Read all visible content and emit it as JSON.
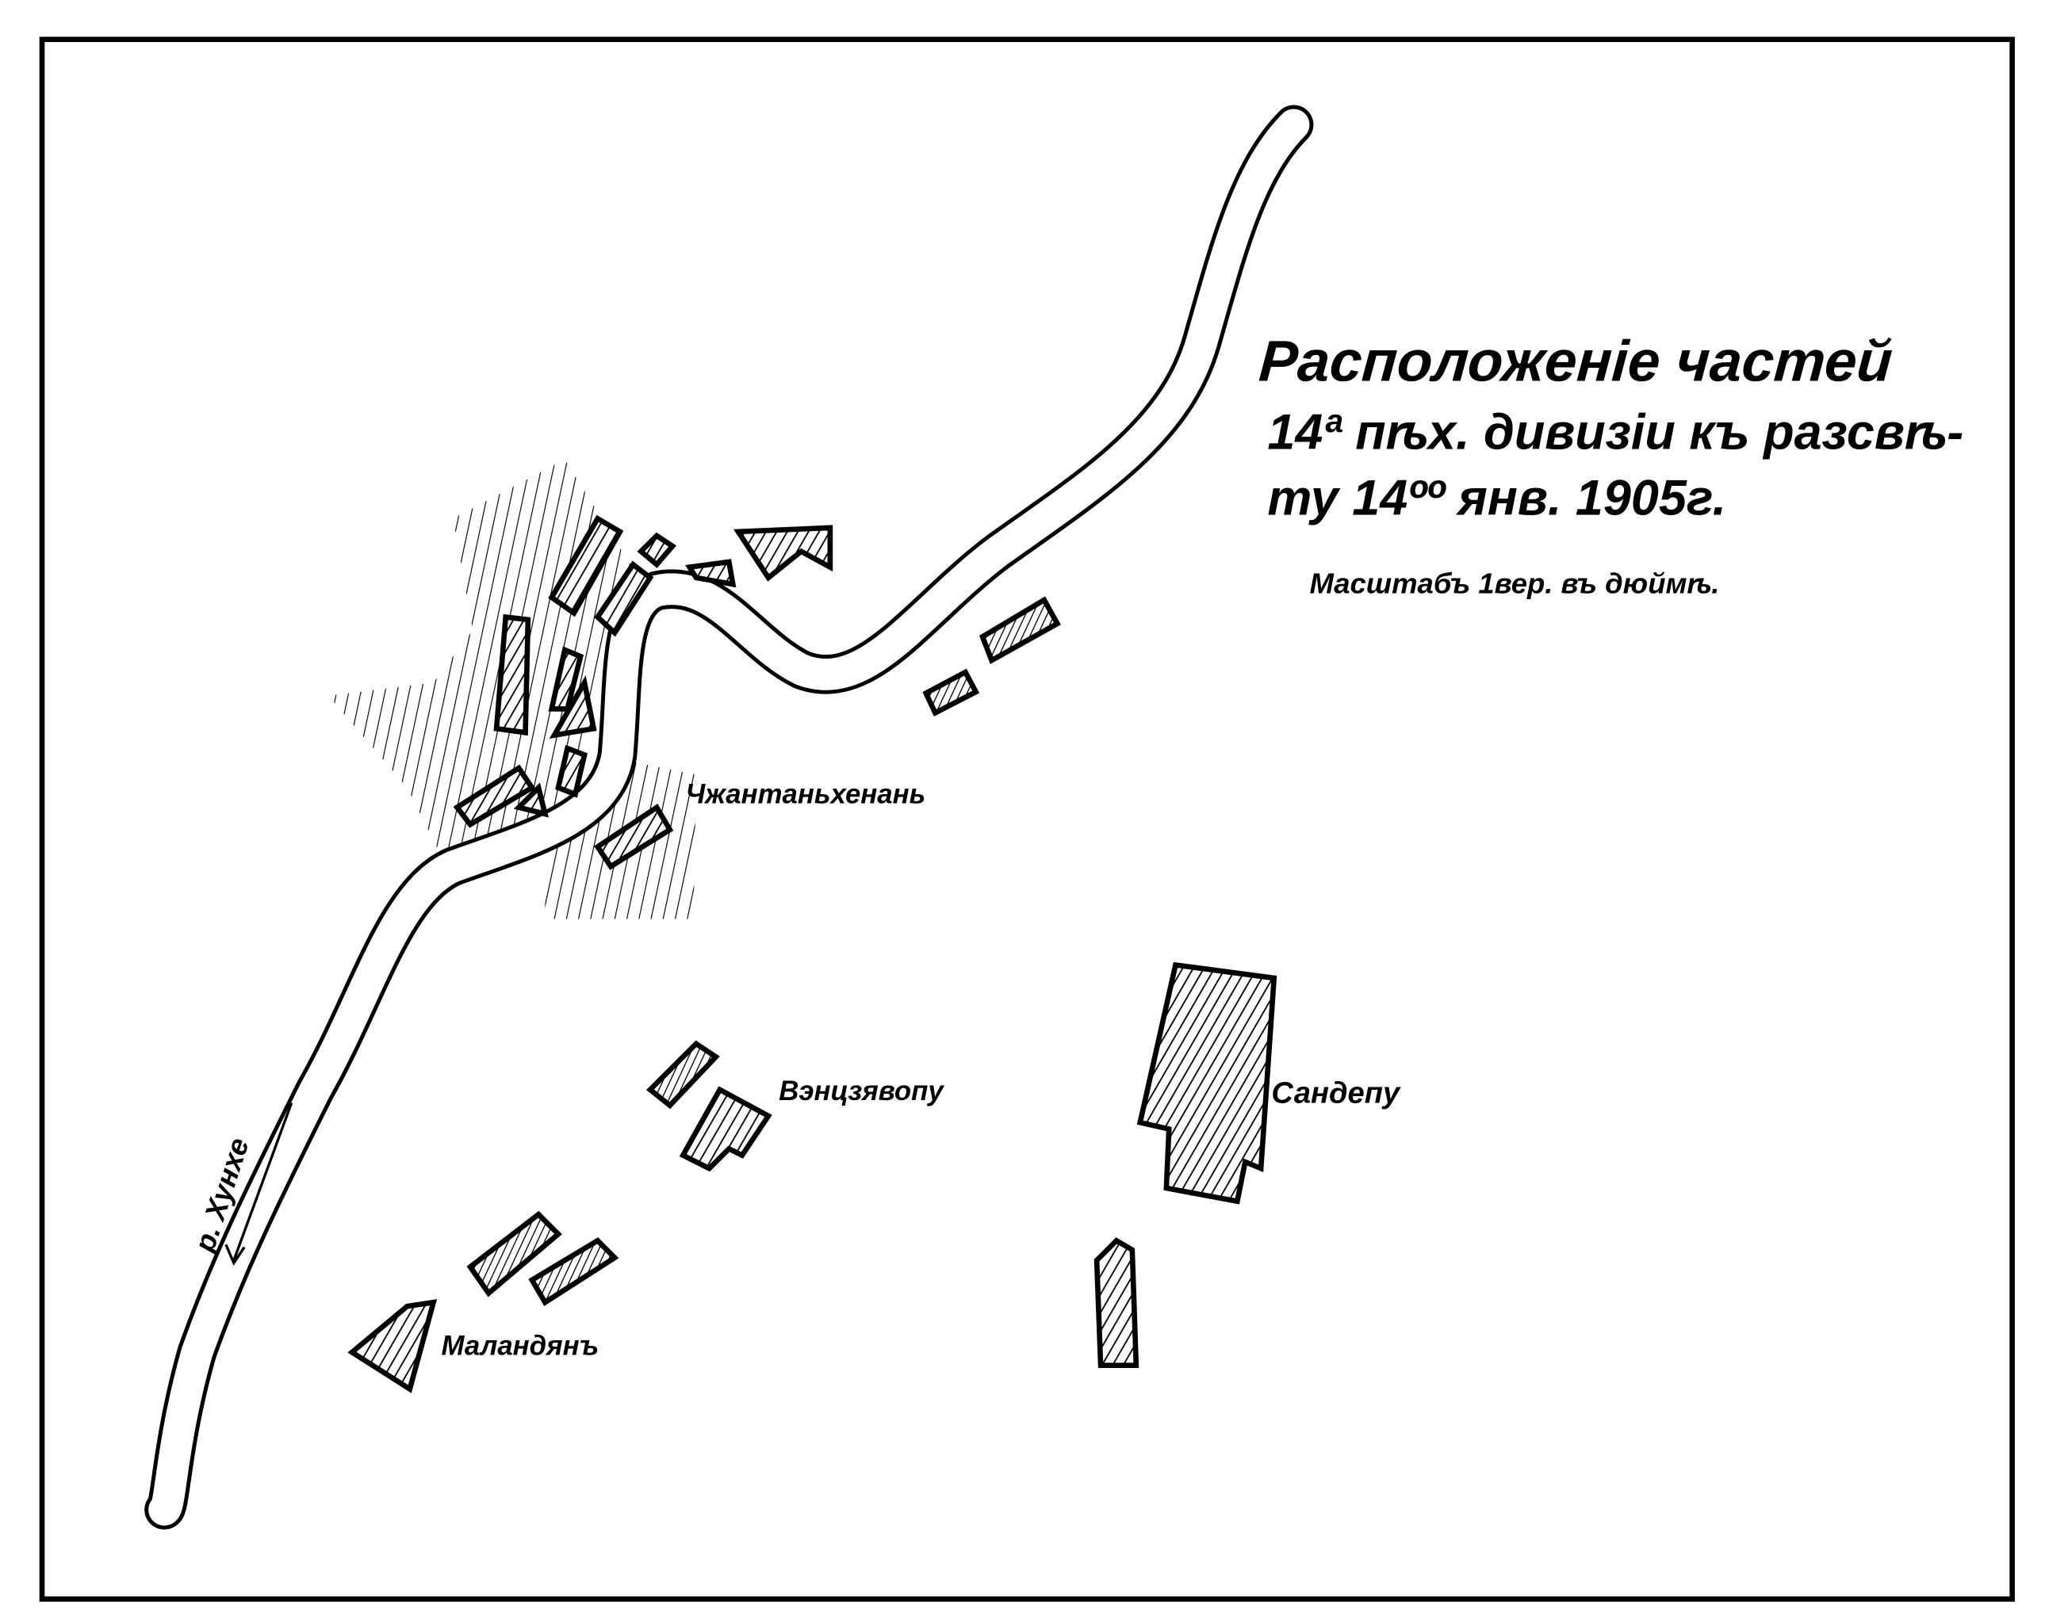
{
  "map": {
    "title_lines": [
      "Расположеніе частей",
      "14ª пѣх. дивизіи къ разсвѣ-",
      "ту 14ºº янв. 1905г."
    ],
    "scale_note": "Масштабъ 1вер. въ дюймѣ.",
    "river_label": "р. Хунхе",
    "places": {
      "village_north": "Чжантаньхенань",
      "village_center": "Вэнцзявопу",
      "village_east": "Сандепу",
      "village_southwest": "Маландянъ"
    },
    "colors": {
      "ink": "#000000",
      "paper": "#ffffff"
    }
  }
}
